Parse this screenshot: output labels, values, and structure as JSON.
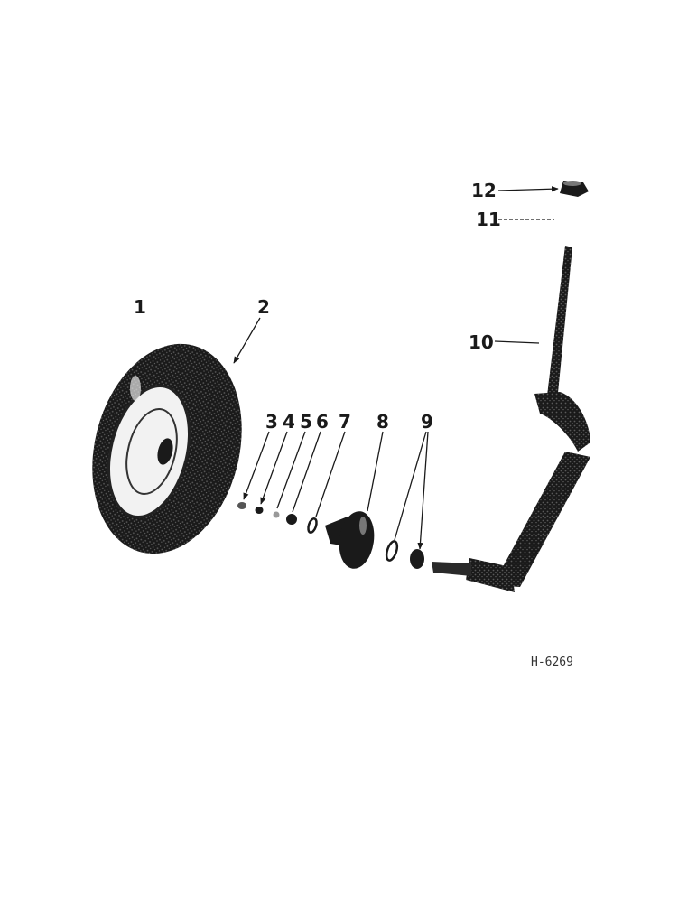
{
  "figure": {
    "id_label": "H-6269"
  },
  "callouts": {
    "c1": "1",
    "c2": "2",
    "c3": "3",
    "c4": "4",
    "c5": "5",
    "c6": "6",
    "c7": "7",
    "c8": "8",
    "c9": "9",
    "c10": "10",
    "c11": "11",
    "c12": "12"
  },
  "colors": {
    "ink": "#1a1a1a",
    "paper": "#ffffff"
  }
}
